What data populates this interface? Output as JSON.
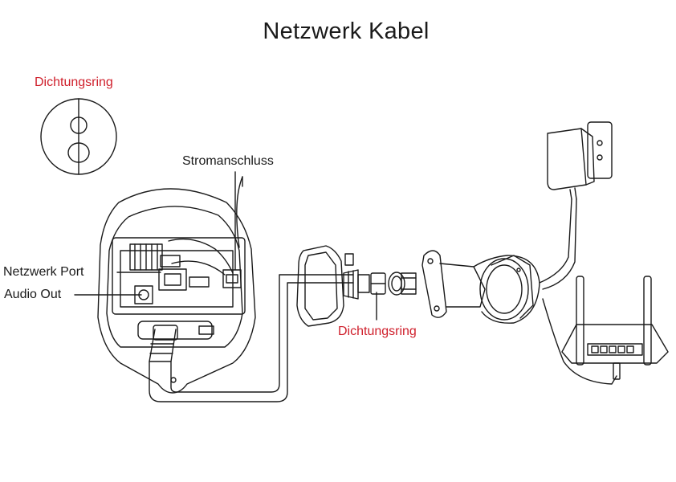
{
  "title": "Netzwerk Kabel",
  "labels": {
    "seal_ring_top": "Dichtungsring",
    "power_port": "Stromanschluss",
    "network_port": "Netzwerk Port",
    "audio_out": "Audio Out",
    "seal_ring_bottom": "Dichtungsring"
  },
  "colors": {
    "line": "#1a1a1a",
    "highlight": "#cf1f2b"
  }
}
